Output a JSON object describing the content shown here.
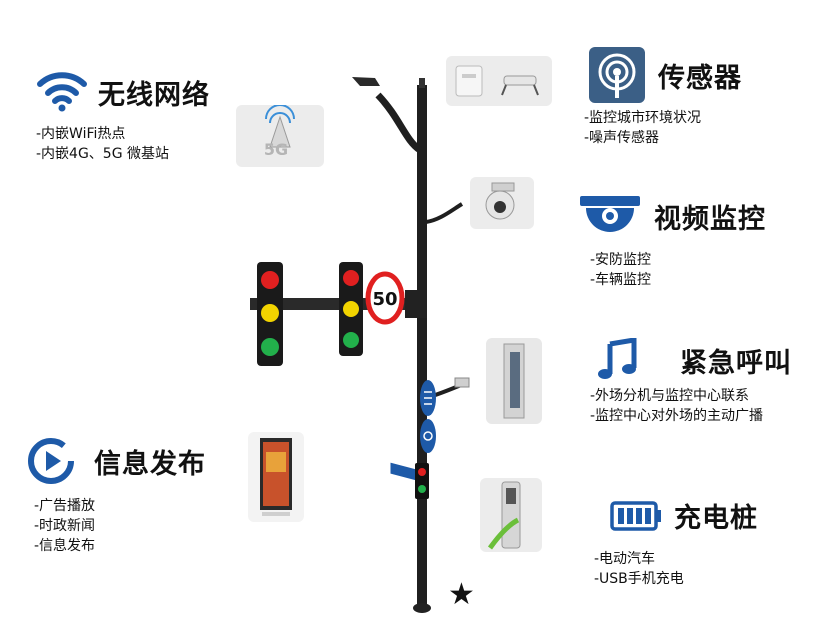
{
  "colors": {
    "accent": "#1e5aa8",
    "pole": "#1f1f1f",
    "light_red": "#e02020",
    "light_yellow": "#f2d400",
    "light_green": "#22b04b",
    "sign_blue": "#1e5aa8"
  },
  "features": {
    "wifi": {
      "icon": "wifi-icon",
      "title": "无线网络",
      "items": [
        "-内嵌WiFi热点",
        "-内嵌4G、5G 微基站"
      ]
    },
    "sensor": {
      "icon": "sensor-icon",
      "title": "传感器",
      "items": [
        "-监控城市环境状况",
        "-噪声传感器"
      ]
    },
    "video": {
      "icon": "camera-icon",
      "title": "视频监控",
      "items": [
        "-安防监控",
        "-车辆监控"
      ]
    },
    "emergency": {
      "icon": "music-note-icon",
      "title": "紧急呼叫",
      "items": [
        "-外场分机与监控中心联系",
        "-监控中心对外场的主动广播"
      ]
    },
    "info": {
      "icon": "play-circle-icon",
      "title": "信息发布",
      "items": [
        "-广告播放",
        "-时政新闻",
        "-信息发布"
      ]
    },
    "charging": {
      "icon": "battery-icon",
      "title": "充电桩",
      "items": [
        "-电动汽车",
        "-USB手机充电"
      ]
    }
  },
  "speed_sign": {
    "value": "50"
  },
  "thumb_5g": {
    "label": "5G"
  }
}
